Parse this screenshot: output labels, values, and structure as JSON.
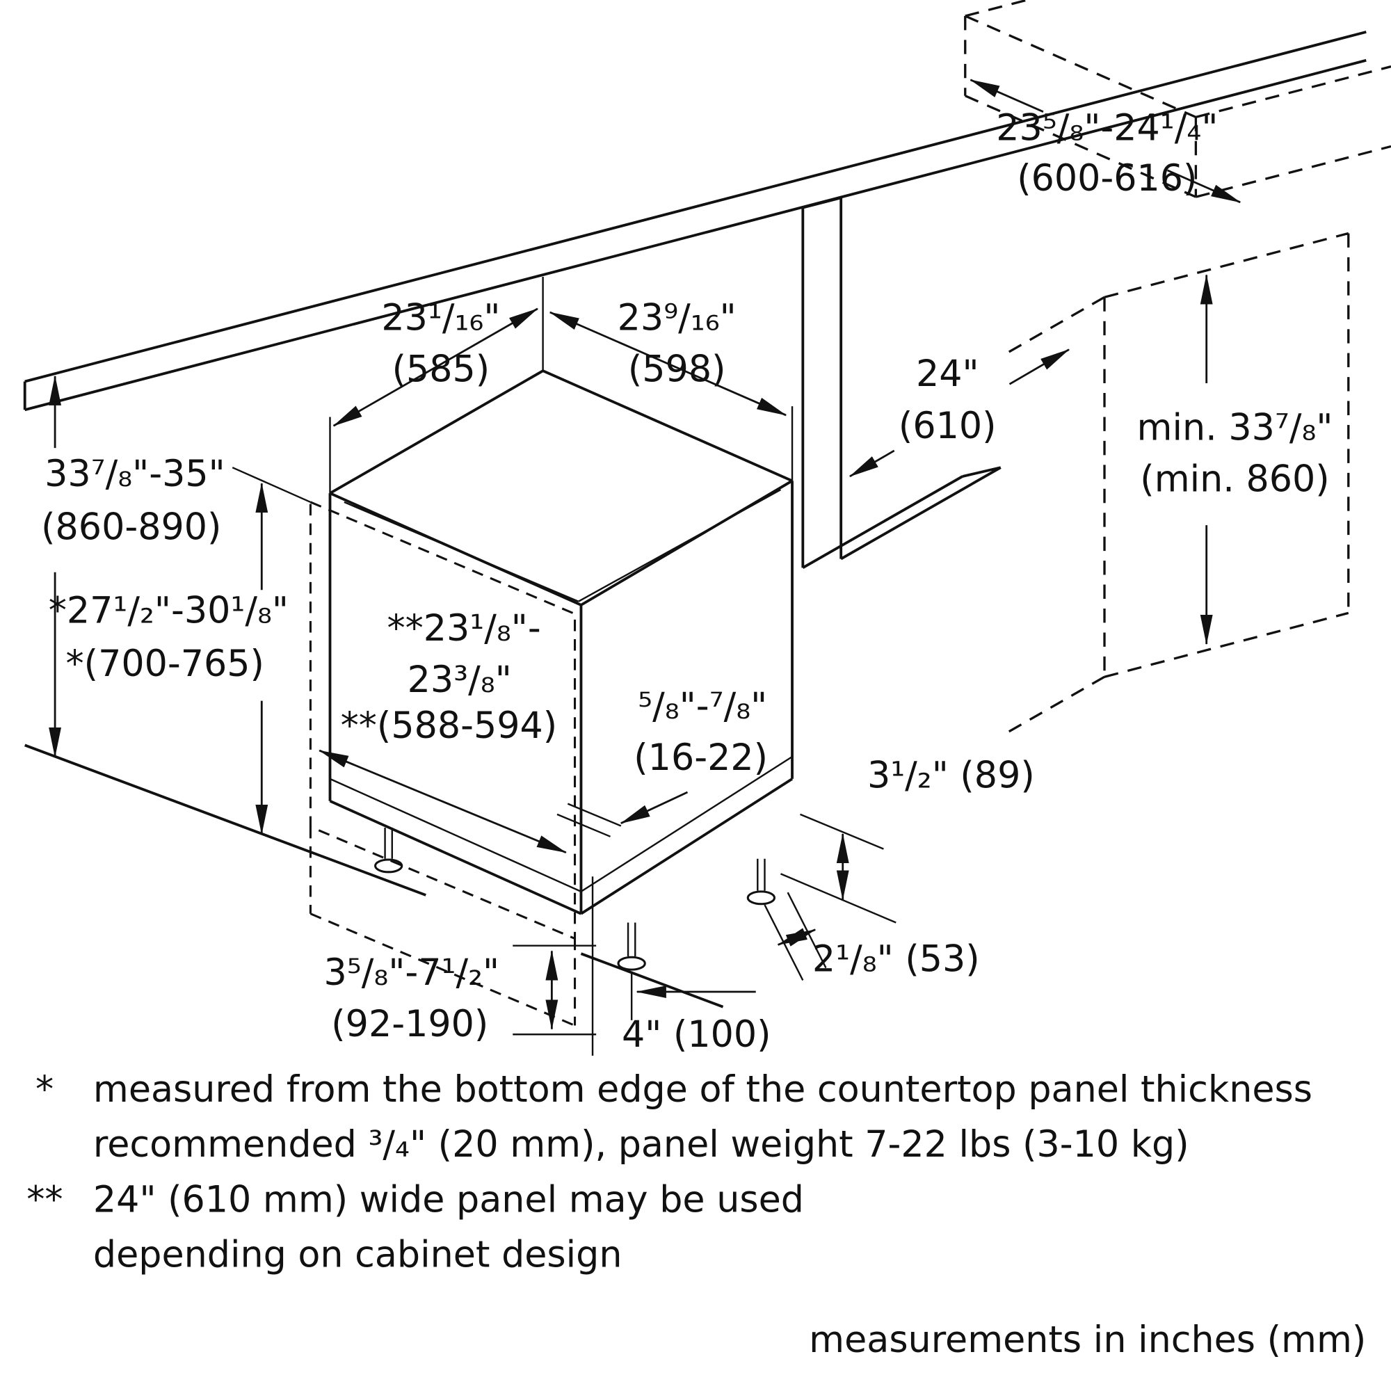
{
  "colors": {
    "ink": "#111111",
    "background": "#ffffff"
  },
  "diagram": {
    "dims": {
      "counter_depth": {
        "line1": "23⁵/₈\"-24¹/₄\"",
        "line2": "(600-616)"
      },
      "top_depth": {
        "line1": "23¹/₁₆\"",
        "line2": "(585)"
      },
      "top_width": {
        "line1": "23⁹/₁₆\"",
        "line2": "(598)"
      },
      "niche_width": {
        "line1": "24\"",
        "line2": "(610)"
      },
      "niche_height": {
        "line1": "min. 33⁷/₈\"",
        "line2": "(min. 860)"
      },
      "total_height": {
        "line1": "33⁷/₈\"-35\"",
        "line2": "(860-890)"
      },
      "panel_height": {
        "line1": "*27¹/₂\"-30¹/₈\"",
        "line2": "*(700-765)"
      },
      "panel_width": {
        "line1": "**23¹/₈\"-",
        "line2": "23³/₈\"",
        "line3": "**(588-594)"
      },
      "panel_thickness": {
        "line1": "⁵/₈\"-⁷/₈\"",
        "line2": "(16-22)"
      },
      "toe_kick_height": {
        "line1": "3¹/₂\" (89)"
      },
      "rear_foot_offset": {
        "line1": "2¹/₈\" (53)"
      },
      "panel_overhang": {
        "line1": "3⁵/₈\"-7¹/₂\"",
        "line2": "(92-190)"
      },
      "front_foot_depth": {
        "line1": "4\" (100)"
      }
    },
    "notes": {
      "star_marker": "*",
      "star_line1": "measured from the bottom edge of the countertop panel thickness",
      "star_line2": "recommended ³/₄\" (20 mm), panel weight 7-22 lbs (3-10 kg)",
      "double_star_marker": "**",
      "double_star_line1": "24\" (610 mm) wide panel may be used",
      "double_star_line2": "depending on cabinet design",
      "units_note": "measurements in inches (mm)"
    }
  }
}
